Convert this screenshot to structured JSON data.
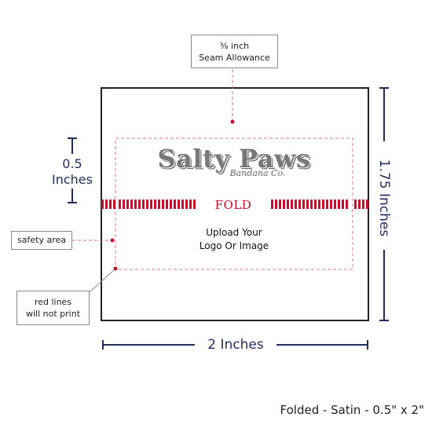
{
  "seam_allowance": {
    "fraction": "⅜ inch",
    "label": "Seam Allowance"
  },
  "logo": {
    "title": "Salty Paws",
    "subtitle": "Bandana Co."
  },
  "fold": {
    "label": "FOLD"
  },
  "upload": {
    "line1": "Upload Your",
    "line2": "Logo Or Image"
  },
  "dims": {
    "height_fold_value": "0.5",
    "height_fold_unit": "Inches",
    "height_total": "1.75 Inches",
    "width": "2 Inches"
  },
  "callouts": {
    "safety_area": "safety area",
    "red_lines_1": "red lines",
    "red_lines_2": "will not print"
  },
  "caption": "Folded - Satin - 0.5\" x 2\"",
  "colors": {
    "navy": "#1f2d5c",
    "red": "#c8102e",
    "safety_red": "#e07a86",
    "frame": "#222222"
  }
}
